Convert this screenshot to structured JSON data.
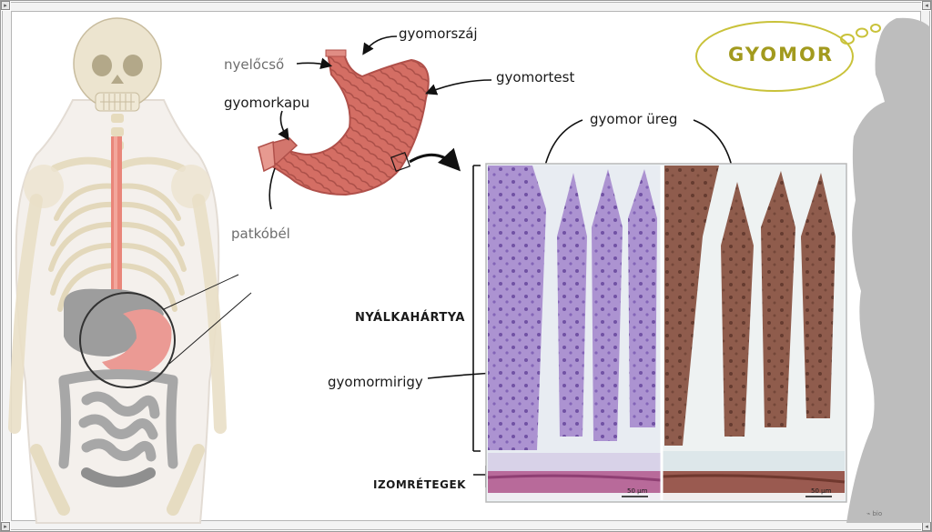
{
  "title": "GYOMOR",
  "labels": {
    "esophagus": "nyelőcső",
    "cardia": "gyomorszáj",
    "body": "gyomortest",
    "pylorus": "gyomorkapu",
    "duodenum": "patkóbél",
    "lumen": "gyomor üreg",
    "mucosa": "NYÁLKAHÁRTYA",
    "gland": "gyomormirigy",
    "muscle": "IZOMRÉTEGEK"
  },
  "scale_bars": [
    "50 µm",
    "50 µm"
  ],
  "corner_mark": "⌁ bio",
  "colors": {
    "title_ring": "#c9c23a",
    "title_text": "#a29a1e",
    "stomach": "#d9736a",
    "stomach_dark": "#b0504a",
    "he_stain": "#9a7ac4",
    "pas_stain": "#7a4a3e",
    "silhouette": "#bdbdbd"
  },
  "icons": [
    "skeleton-figure",
    "stomach-illustration",
    "histology-photo",
    "woman-silhouette",
    "thought-bubble-icon"
  ]
}
